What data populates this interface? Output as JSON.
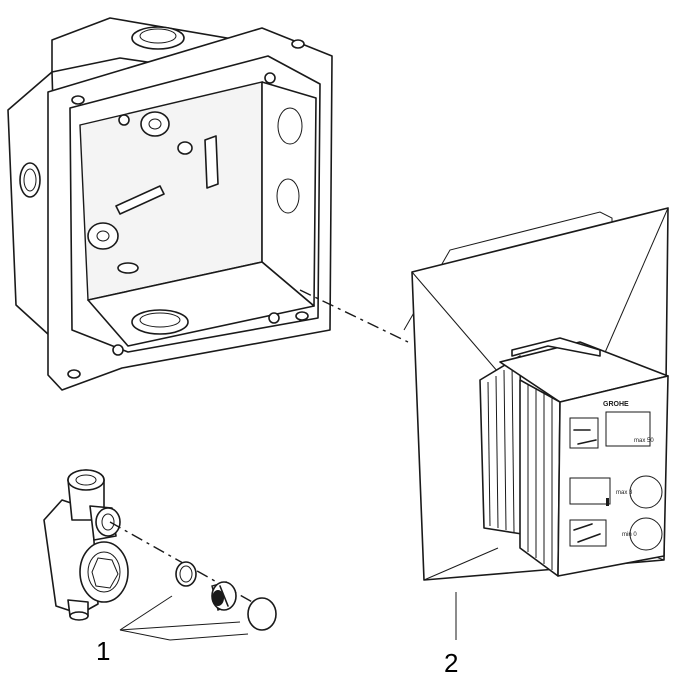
{
  "callouts": {
    "part_1": "1",
    "part_2": "2"
  },
  "module_labels": {
    "brand": "GROHE",
    "max_50": "max 50",
    "max_3": "max 3",
    "min_0": "min 0"
  }
}
